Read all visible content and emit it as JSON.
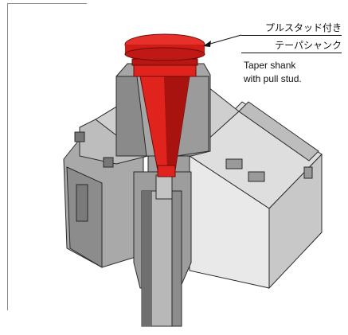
{
  "callout": {
    "jp_line1": "プルスタッド付き",
    "jp_line2": "テーパシャンク",
    "en_line1": "Taper shank",
    "en_line2": "with pull stud."
  },
  "colors": {
    "highlight": "#e0231d",
    "highlight_dark": "#a8120f",
    "steel_light": "#d4d4d4",
    "steel_mid": "#a3a3a3",
    "steel_dark": "#6f6f6f",
    "steel_shadow": "#555555",
    "outline": "#2a2a2a"
  }
}
